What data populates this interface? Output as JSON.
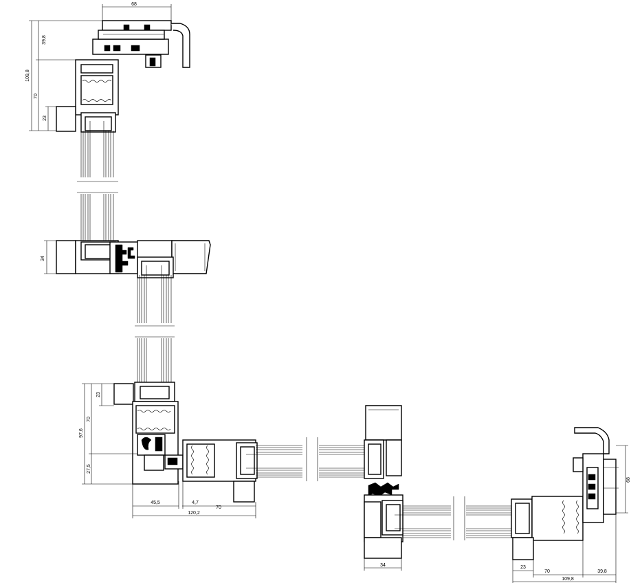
{
  "dimensions": {
    "top_width": "68",
    "top_height_a": "39,8",
    "top_height_total": "109,8",
    "top_height_b": "70",
    "top_height_c": "23",
    "mid_left_height": "34",
    "bottom_left_total": "97,6",
    "bottom_left_a": "23",
    "bottom_left_b": "70",
    "bottom_left_c": "27,5",
    "bottom_h1": "45,5",
    "bottom_h2": "4,7",
    "bottom_h3": "70",
    "bottom_h_total": "120,2",
    "bottom_mid_width": "34",
    "right_a": "23",
    "right_b": "70",
    "right_c": "39,8",
    "right_total": "109,8",
    "right_vertical": "68"
  }
}
